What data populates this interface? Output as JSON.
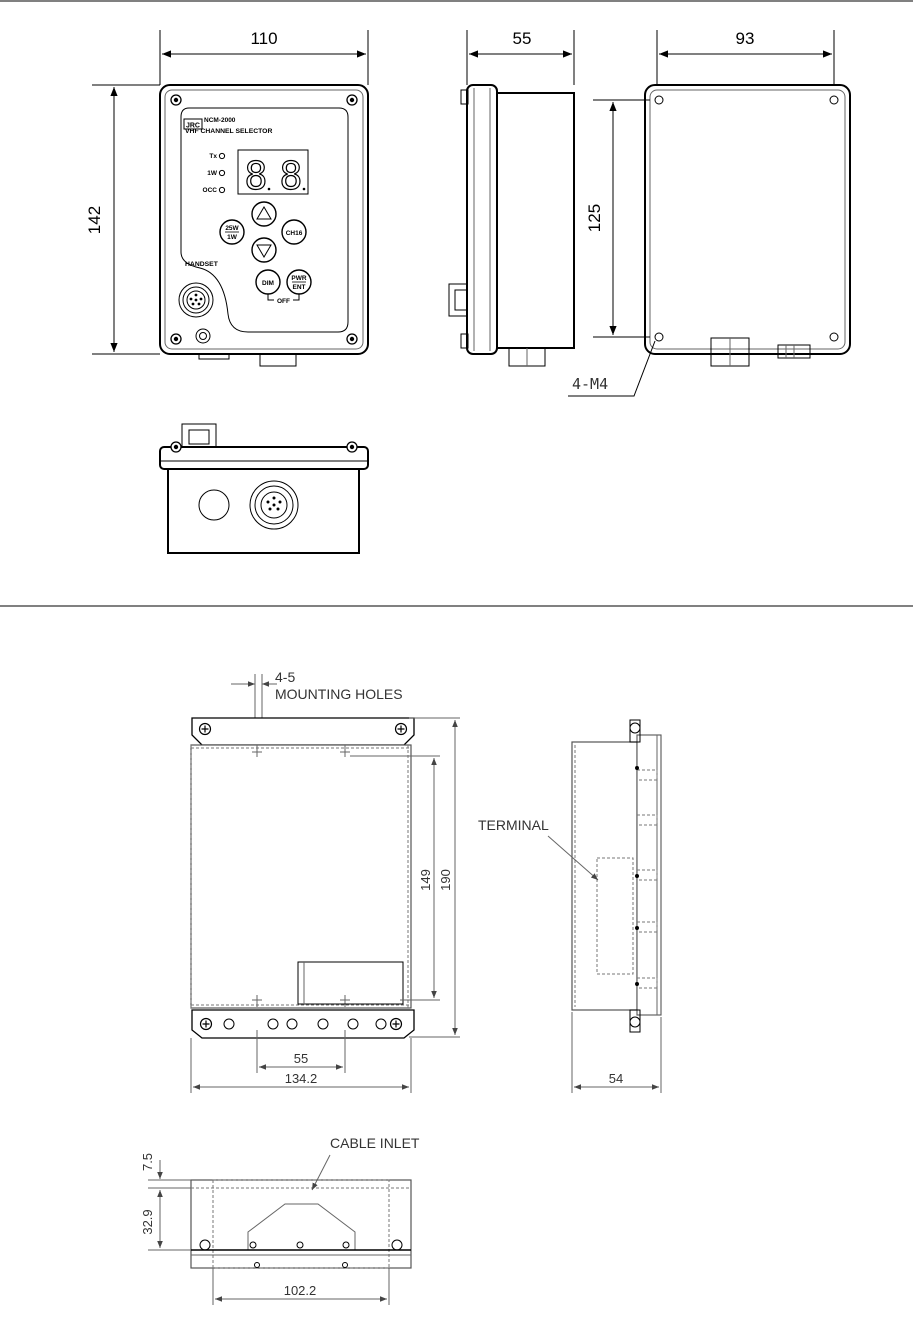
{
  "top_views": {
    "dimensions": {
      "front_width": "110",
      "front_height": "142",
      "side_depth": "55",
      "rear_width": "93",
      "rear_hole_pitch": "125",
      "screw_callout": "4-M4"
    },
    "panel": {
      "brand": "JRC",
      "model": "NCM-2000",
      "product_name": "VHF CHANNEL SELECTOR",
      "indicator_tx": "Tx",
      "indicator_1w": "1W",
      "indicator_occ": "OCC",
      "display_digit_1": "8",
      "display_digit_2": "8",
      "button_25w": "25W",
      "button_1w": "1W",
      "button_ch16": "CH16",
      "button_dim": "DIM",
      "button_pwr": "PWR",
      "button_ent": "ENT",
      "off_label": "OFF",
      "handset_label": "HANDSET"
    }
  },
  "bottom_views": {
    "mounting_holes_callout_1": "4-5",
    "mounting_holes_callout_2": "MOUNTING HOLES",
    "terminal_label": "TERMINAL",
    "cable_inlet_label": "CABLE INLET",
    "dim_hole_spacing": "55",
    "dim_width": "134.2",
    "dim_vertical_pitch": "149",
    "dim_height": "190",
    "dim_depth": "54",
    "dim_top_offset": "7.5",
    "dim_inlet_height": "32.9",
    "dim_inlet_width": "102.2"
  }
}
